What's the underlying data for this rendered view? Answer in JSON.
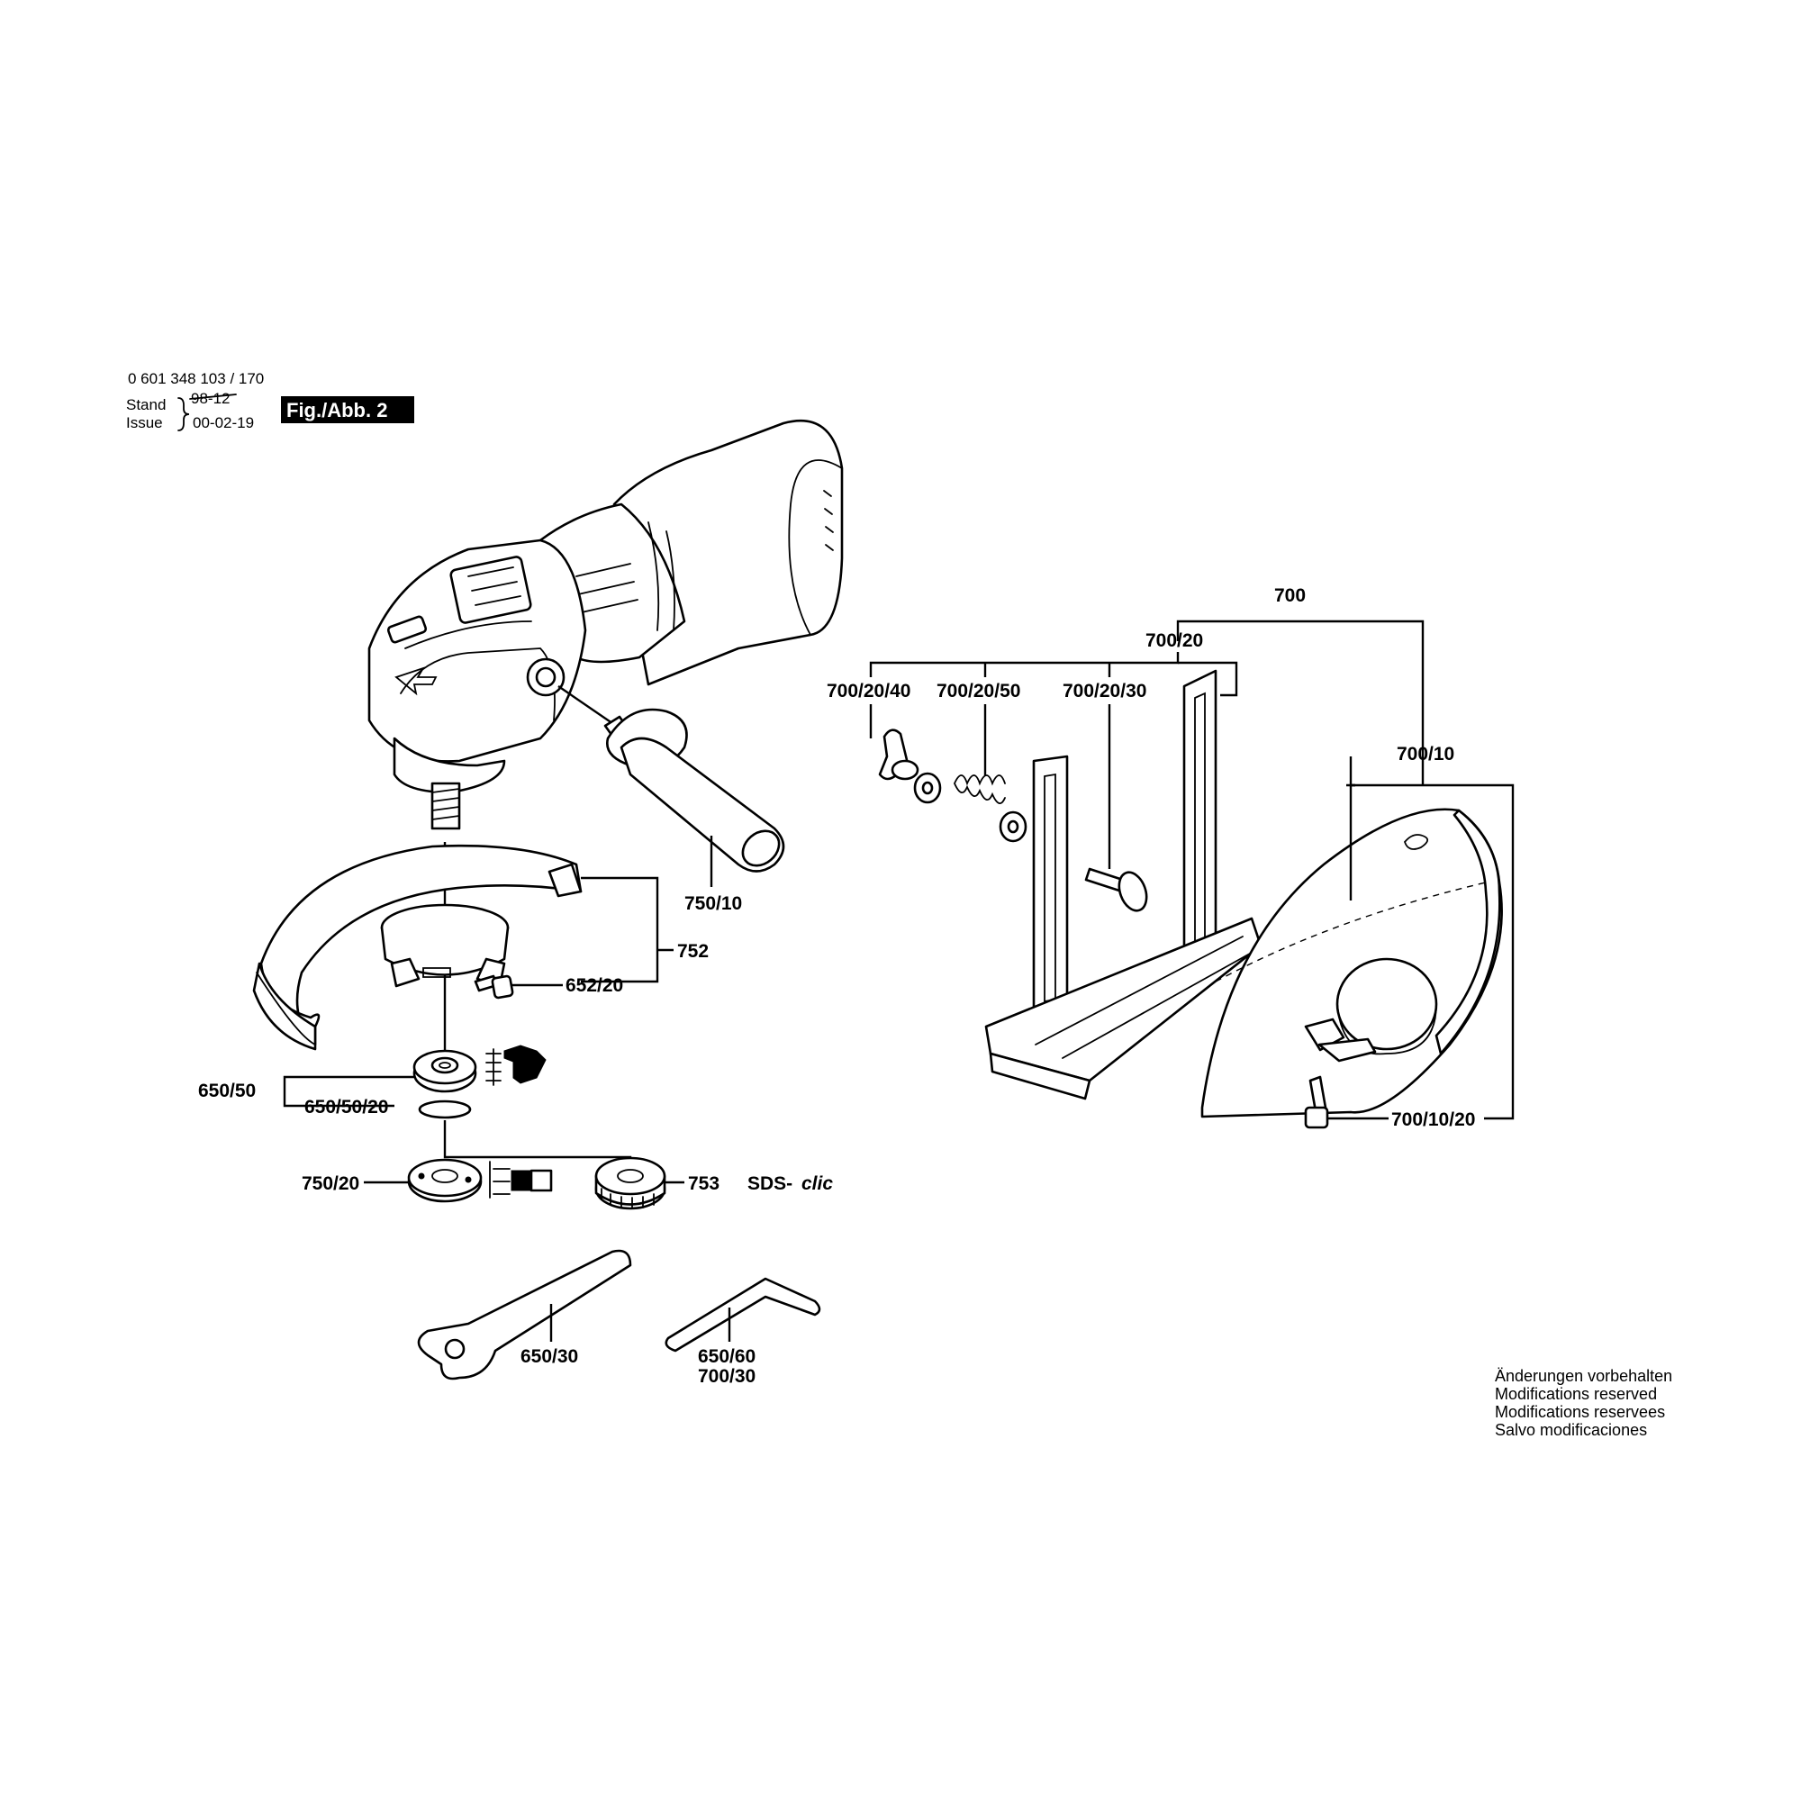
{
  "header": {
    "part_number": "0 601 348 103 / 170",
    "stand_label": "Stand",
    "issue_label": "Issue",
    "old_date": "98-12",
    "issue_date": "00-02-19",
    "figure": "Fig./Abb. 2"
  },
  "labels": {
    "p700": "700",
    "p700_20": "700/20",
    "p700_20_40": "700/20/40",
    "p700_20_50": "700/20/50",
    "p700_20_30": "700/20/30",
    "p700_10": "700/10",
    "p700_10_20": "700/10/20",
    "p750_10": "750/10",
    "p752": "752",
    "p652_20": "652/20",
    "p650_50": "650/50",
    "p650_50_20": "650/50/20",
    "p750_20": "750/20",
    "p753": "753",
    "sds_prefix": "SDS-",
    "sds_suffix": "clic",
    "p650_30": "650/30",
    "p650_60": "650/60",
    "p700_30": "700/30"
  },
  "notes": [
    "Änderungen vorbehalten",
    "Modifications reserved",
    "Modifications reservees",
    "Salvo modificaciones"
  ]
}
